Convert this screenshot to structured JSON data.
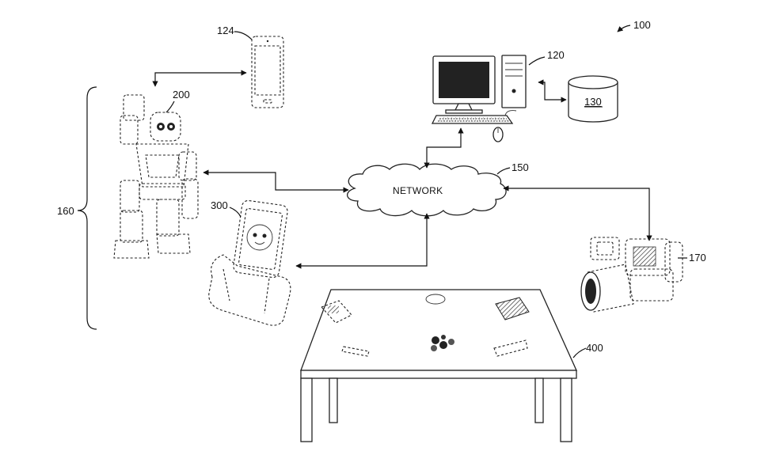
{
  "figure": {
    "system_ref": "100",
    "computer_ref": "120",
    "phone_ref": "124",
    "database_ref": "130",
    "network_ref": "150",
    "group_ref": "160",
    "camera_ref": "170",
    "robot_ref": "200",
    "phone_robot_ref": "300",
    "table_ref": "400",
    "network_label": "NETWORK"
  }
}
